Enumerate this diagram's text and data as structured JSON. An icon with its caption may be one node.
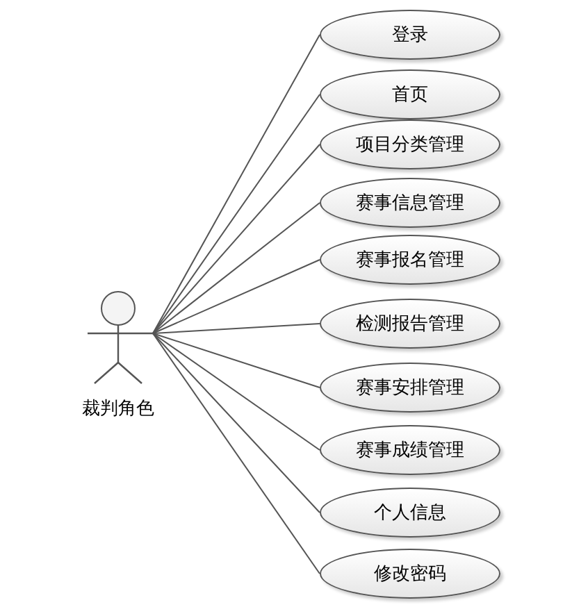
{
  "diagram": {
    "nodes": [
      {
        "text": [
          "裁判角色"
        ]
      },
      {
        "text": [
          "登录"
        ]
      },
      {
        "text": [
          "首页"
        ]
      },
      {
        "text": [
          "项目分类管理"
        ]
      },
      {
        "text": [
          "赛事信息管理"
        ]
      },
      {
        "text": [
          "赛事报名管理"
        ]
      },
      {
        "text": [
          "检测报告管理"
        ]
      },
      {
        "text": [
          "赛事安排管理"
        ]
      },
      {
        "text": [
          "赛事成绩管理"
        ]
      },
      {
        "text": [
          "个人信息"
        ]
      },
      {
        "text": [
          "修改密码"
        ]
      }
    ],
    "edges": [
      {
        "from": 0,
        "to": 1,
        "arrow": "none"
      },
      {
        "from": 0,
        "to": 2,
        "arrow": "none"
      },
      {
        "from": 0,
        "to": 3,
        "arrow": "none"
      },
      {
        "from": 0,
        "to": 4,
        "arrow": "none"
      },
      {
        "from": 0,
        "to": 5,
        "arrow": "none"
      },
      {
        "from": 0,
        "to": 6,
        "arrow": "none"
      },
      {
        "from": 0,
        "to": 7,
        "arrow": "none"
      },
      {
        "from": 0,
        "to": 8,
        "arrow": "none"
      },
      {
        "from": 0,
        "to": 9,
        "arrow": "none"
      },
      {
        "from": 0,
        "to": 10,
        "arrow": "none"
      }
    ]
  }
}
